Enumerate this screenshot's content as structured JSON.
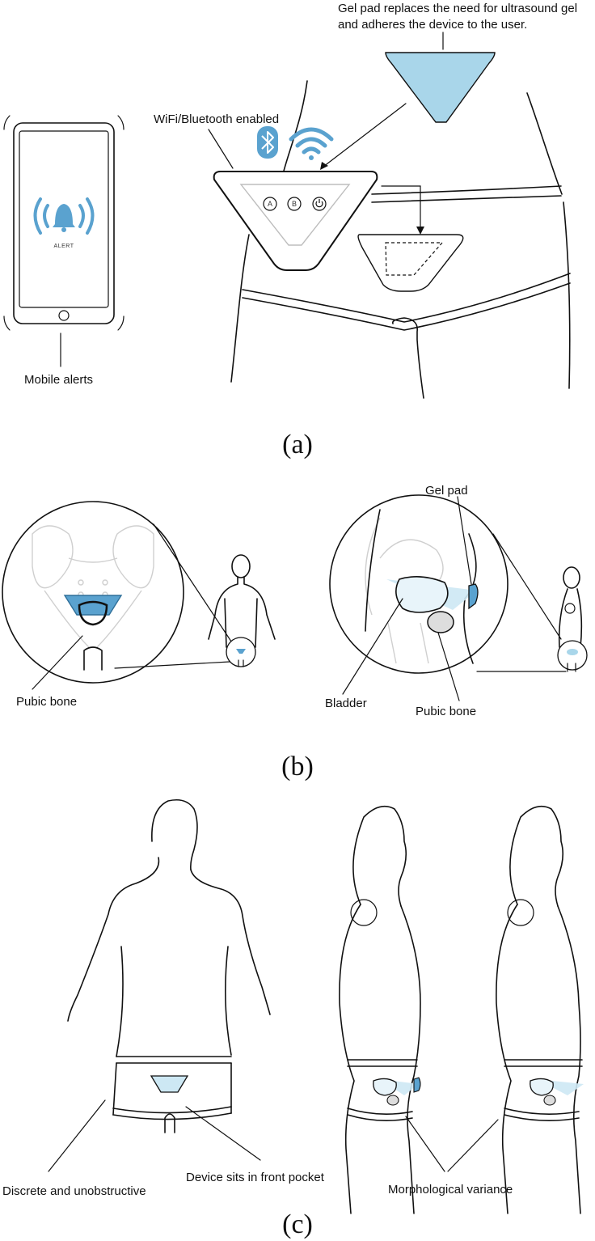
{
  "colors": {
    "accent_blue": "#5aa2cf",
    "gel_pad_blue": "#a9d6ea",
    "ink": "#111111",
    "ghost_gray": "#cfcfcf"
  },
  "panel_a": {
    "label": "(a)",
    "gel_pad_caption_line1": "Gel pad replaces the need for ultrasound gel",
    "gel_pad_caption_line2": "and adheres the device to the user.",
    "wireless_label": "WiFi/Bluetooth enabled",
    "mobile_label": "Mobile alerts",
    "phone_alert_text": "ALERT",
    "device_buttons": [
      "A",
      "B"
    ],
    "icons": [
      "bell-icon",
      "bluetooth-icon",
      "wifi-icon",
      "power-icon"
    ]
  },
  "panel_b": {
    "label": "(b)",
    "front_label": "Pubic bone",
    "side_gel_label": "Gel pad",
    "side_bladder_label": "Bladder",
    "side_pubic_label": "Pubic bone"
  },
  "panel_c": {
    "label": "(c)",
    "discrete_label": "Discrete and unobstructive",
    "pocket_label": "Device sits in front pocket",
    "variance_label": "Morphological variance"
  }
}
